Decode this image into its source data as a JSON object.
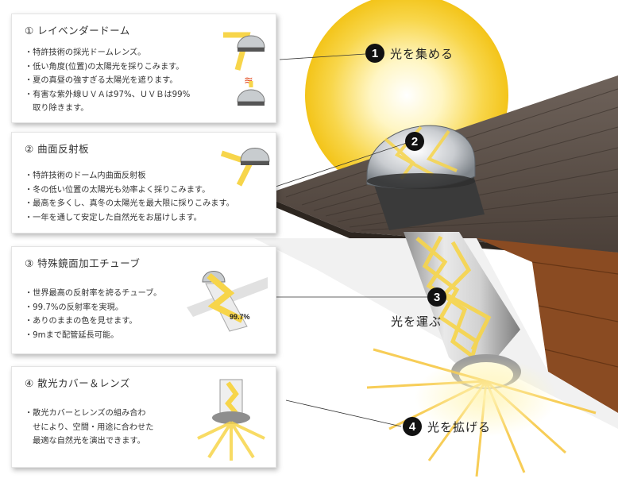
{
  "panels": [
    {
      "title": "① レイベンダードーム",
      "bullets": [
        "・特許技術の採光ドームレンズ。",
        "・低い角度(位置)の太陽光を採りこみます。",
        "・夏の真昼の強すぎる太陽光を遮ります。",
        "・有害な紫外線ＵＶＡは97%、ＵＶＢは99%",
        "　取り除きます。"
      ]
    },
    {
      "title": "② 曲面反射板",
      "bullets": [
        "・特許技術のドーム内曲面反射板",
        "・冬の低い位置の太陽光も効率よく採りこみます。",
        "・最高を多くし、真冬の太陽光を最大限に採りこみます。",
        "・一年を通して安定した自然光をお届けします。"
      ]
    },
    {
      "title": "③ 特殊鏡面加工チューブ",
      "bullets": [
        "・世界最高の反射率を誇るチューブ。",
        "・99.7%の反射率を実現。",
        "・ありのままの色を見せます。",
        "・9mまで配管延長可能。"
      ],
      "icon_label": "99.7%"
    },
    {
      "title": "④ 散光カバー＆レンズ",
      "bullets": [
        "・散光カバーとレンズの組み合わ",
        "　せにより、空間・用途に合わせた",
        "　最適な自然光を演出できます。"
      ]
    }
  ],
  "callouts": [
    {
      "number": "1",
      "label": "光を集める"
    },
    {
      "number": "2",
      "label": ""
    },
    {
      "number": "3",
      "label": "光を運ぶ"
    },
    {
      "number": "4",
      "label": "光を拡げる"
    }
  ],
  "colors": {
    "sun": "#f6c919",
    "light_beam": "#f7d54a",
    "roof": "#5a4e45",
    "wood": "#8a4b22",
    "tube": "#b9b9b9"
  }
}
